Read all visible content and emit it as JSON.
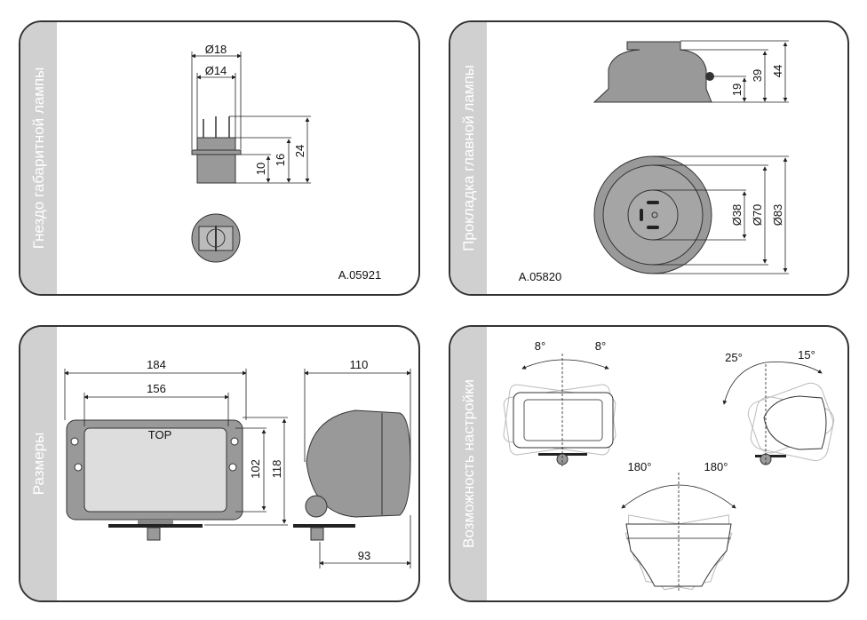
{
  "panels": [
    {
      "title": "Гнездо габаритной лампы",
      "code": "A.05921",
      "dims": {
        "d18": "Ø18",
        "d14": "Ø14",
        "h10": "10",
        "h16": "16",
        "h24": "24"
      }
    },
    {
      "title": "Прокладка главной лампы",
      "code": "A.05820",
      "dims": {
        "h19": "19",
        "h39": "39",
        "h44": "44",
        "d38": "Ø38",
        "d70": "Ø70",
        "d83": "Ø83"
      }
    },
    {
      "title": "Размеры",
      "dims": {
        "w184": "184",
        "w156": "156",
        "h102": "102",
        "h118": "118",
        "d110": "110",
        "d93": "93"
      },
      "top_label": "TOP"
    },
    {
      "title": "Возможность настройки",
      "angles": {
        "a8l": "8°",
        "a8r": "8°",
        "a25": "25°",
        "a15": "15°",
        "a180l": "180°",
        "a180r": "180°"
      }
    }
  ]
}
